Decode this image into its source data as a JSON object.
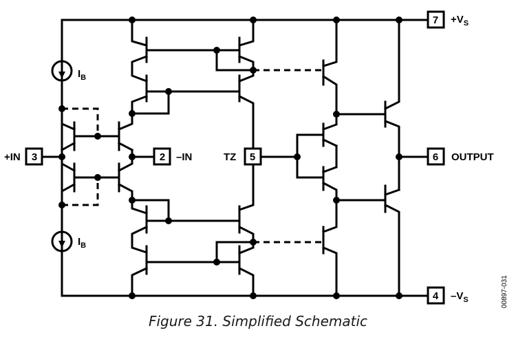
{
  "figure": {
    "caption": "Figure 31. Simplified Schematic",
    "code": "00897-031"
  },
  "pins": {
    "p7": {
      "number": "7",
      "label": "+V",
      "sub": "S"
    },
    "p6": {
      "number": "6",
      "label": "OUTPUT"
    },
    "p4": {
      "number": "4",
      "label": "–V",
      "sub": "S"
    },
    "p3": {
      "number": "3",
      "label": "+IN"
    },
    "p2": {
      "number": "2",
      "label": "–IN"
    },
    "p5": {
      "number": "5",
      "label": "TZ"
    }
  },
  "current_sources": {
    "top": {
      "label": "I",
      "sub": "B"
    },
    "bottom": {
      "label": "I",
      "sub": "B"
    }
  }
}
